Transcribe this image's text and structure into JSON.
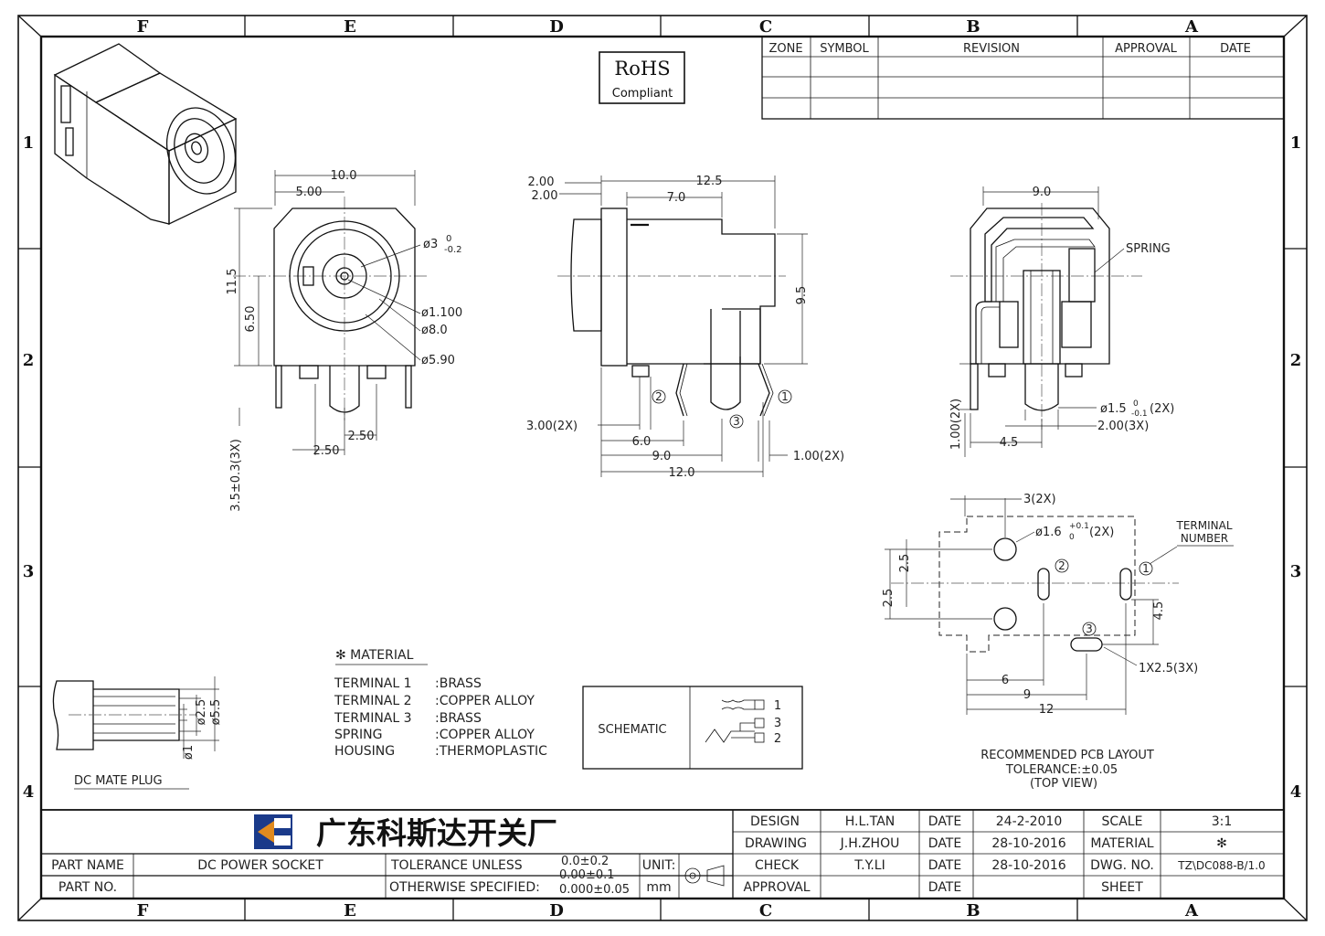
{
  "zones": {
    "columns": [
      "F",
      "E",
      "D",
      "C",
      "B",
      "A"
    ],
    "rows": [
      "1",
      "2",
      "3",
      "4"
    ]
  },
  "rohs": {
    "line1": "RoHS",
    "line2": "Compliant"
  },
  "revision_table": {
    "headers": [
      "ZONE",
      "SYMBOL",
      "REVISION",
      "APPROVAL",
      "DATE"
    ]
  },
  "front_view": {
    "width": "10.0",
    "half_width": "5.00",
    "height": "11.5",
    "center_height": "6.50",
    "inner_dia": "ø3",
    "inner_tol_top": "0",
    "inner_tol_bot": "-0.2",
    "pin_dia": "ø1.100",
    "outer_dia": "ø8.0",
    "mid_dia": "ø5.90",
    "pin_length": "3.5±0.3(3X)",
    "pitch_a": "2.50",
    "pitch_b": "2.50"
  },
  "side_view": {
    "dim_a": "2.00",
    "dim_b": "2.00",
    "length": "12.5",
    "len_b": "7.0",
    "height": "9.5",
    "pin_w": "3.00(2X)",
    "d6": "6.0",
    "d9": "9.0",
    "d12": "12.0",
    "pin_t": "1.00(2X)",
    "term1": "1",
    "term2": "2",
    "term3": "3"
  },
  "rear_view": {
    "width": "9.0",
    "spring": "SPRING",
    "pin_len": "1.00(2X)",
    "pitch": "4.5",
    "pin_dia": "ø1.5",
    "pin_tol_top": "0",
    "pin_tol_bot": "-0.1",
    "pin_dia_qty": "(2X)",
    "pin_w": "2.00(3X)"
  },
  "pcb_layout": {
    "d3": "3(2X)",
    "hole": "ø1.6",
    "hole_tol_top": "+0.1",
    "hole_tol_bot": "0",
    "hole_qty": "(2X)",
    "term_label_1": "TERMINAL",
    "term_label_2": "NUMBER",
    "d25a": "2.5",
    "d25b": "2.5",
    "d45": "4.5",
    "slot": "1X2.5(3X)",
    "d6": "6",
    "d9": "9",
    "d12": "12",
    "n1": "1",
    "n2": "2",
    "n3": "3",
    "caption1": "RECOMMENDED PCB LAYOUT",
    "caption2": "TOLERANCE:±0.05",
    "caption3": "(TOP VIEW)"
  },
  "material": {
    "title": "✻ MATERIAL",
    "rows": [
      {
        "part": "TERMINAL 1",
        "mat": ":BRASS"
      },
      {
        "part": "TERMINAL 2",
        "mat": ":COPPER ALLOY"
      },
      {
        "part": "TERMINAL 3",
        "mat": ":BRASS"
      },
      {
        "part": "SPRING",
        "mat": ":COPPER ALLOY"
      },
      {
        "part": "HOUSING",
        "mat": ":THERMOPLASTIC"
      }
    ]
  },
  "schematic": {
    "label": "SCHEMATIC",
    "p1": "1",
    "p3": "3",
    "p2": "2"
  },
  "plug": {
    "label": "DC MATE PLUG",
    "d55": "ø5.5",
    "d25": "ø2.5",
    "d1": "ø1"
  },
  "title_block": {
    "company": "广东科斯达开关厂",
    "part_name_label": "PART NAME",
    "part_name": "DC POWER SOCKET",
    "part_no_label": "PART NO.",
    "part_no": "",
    "tol_line1": "TOLERANCE  UNLESS",
    "tol_line2": "OTHERWISE  SPECIFIED:",
    "tol_v1": "0.0±0.2",
    "tol_v2": "0.00±0.1",
    "tol_v3": "0.000±0.05",
    "unit_label": "UNIT:",
    "unit": "mm",
    "design_label": "DESIGN",
    "design": "H.L.TAN",
    "drawing_label": "DRAWING",
    "drawing": "J.H.ZHOU",
    "check_label": "CHECK",
    "check": "T.Y.LI",
    "approval_label": "APPROVAL",
    "approval": "",
    "date_label": "DATE",
    "date1": "24-2-2010",
    "date2": "28-10-2016",
    "date3": "28-10-2016",
    "date4": "",
    "scale_label": "SCALE",
    "scale": "3:1",
    "material_label": "MATERIAL",
    "material": "✻",
    "dwg_label": "DWG. NO.",
    "dwg": "TZ\\DC088-B/1.0",
    "sheet_label": "SHEET",
    "sheet": ""
  },
  "colors": {
    "logo_blue": "#1a3a8a",
    "logo_orange": "#e08a1e"
  }
}
